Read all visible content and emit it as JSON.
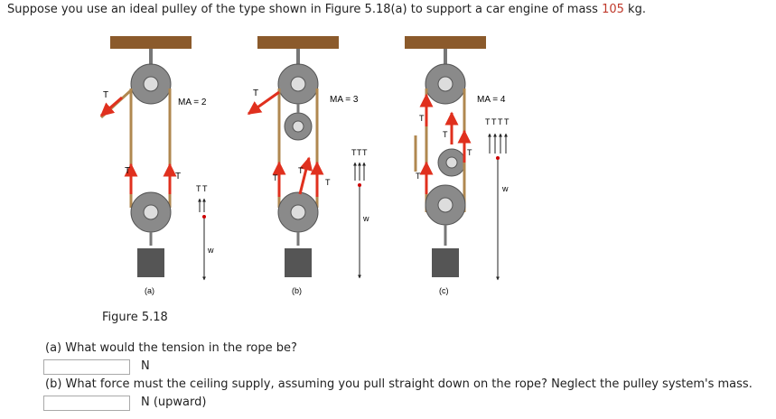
{
  "question": {
    "prefix": "Suppose you use an ideal pulley of the type shown in Figure 5.18(a) to support a car engine of mass ",
    "mass_value": "105",
    "suffix": " kg."
  },
  "figure": {
    "caption": "Figure 5.18",
    "panels": [
      {
        "label": "(a)",
        "ma": "MA = 2"
      },
      {
        "label": "(b)",
        "ma": "MA = 3"
      },
      {
        "label": "(c)",
        "ma": "MA = 4"
      }
    ],
    "tension_symbol": "T",
    "weight_symbol": "w"
  },
  "part_a": {
    "text": "(a) What would the tension in the rope be?",
    "value": "",
    "unit": "N"
  },
  "part_b": {
    "text": "(b) What force must the ceiling supply, assuming you pull straight down on the rope? Neglect the pulley system's mass.",
    "value": "",
    "unit": "N (upward)"
  },
  "colors": {
    "mass": "#c0392b",
    "ceiling": "#8b5a2b",
    "rope": "#b08850",
    "arrow": "#e0301e",
    "pulley": "#9a9a9a"
  }
}
